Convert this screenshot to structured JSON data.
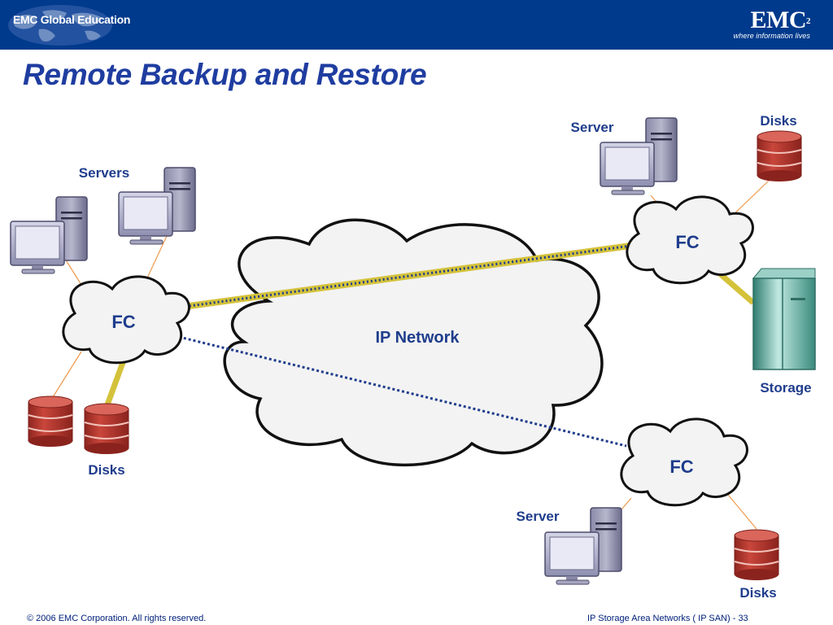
{
  "header": {
    "edu_logo_text": "EMC Global Education",
    "brand": "EMC",
    "brand_sup": "2",
    "tagline": "where information lives"
  },
  "title": "Remote Backup and Restore",
  "diagram": {
    "cloud_label": "IP Network",
    "fc_left": "FC",
    "fc_top_right": "FC",
    "fc_bottom_right": "FC",
    "servers_left": "Servers",
    "disks_left": "Disks",
    "server_top_right": "Server",
    "disks_top_right": "Disks",
    "storage": "Storage",
    "server_bottom_right": "Server",
    "disks_bottom_right": "Disks"
  },
  "footer": {
    "copyright": "© 2006 EMC Corporation. All rights reserved.",
    "course": "IP Storage Area Networks ( IP SAN)  - 33"
  },
  "colors": {
    "header_bg": "#003a8c",
    "title": "#1f3da0",
    "label": "#1f3d8c",
    "backup_link": "#d4c23a",
    "restore_link": "#1f3d8c",
    "disk_red": "#b8332b",
    "storage_teal": "#5faea0"
  }
}
